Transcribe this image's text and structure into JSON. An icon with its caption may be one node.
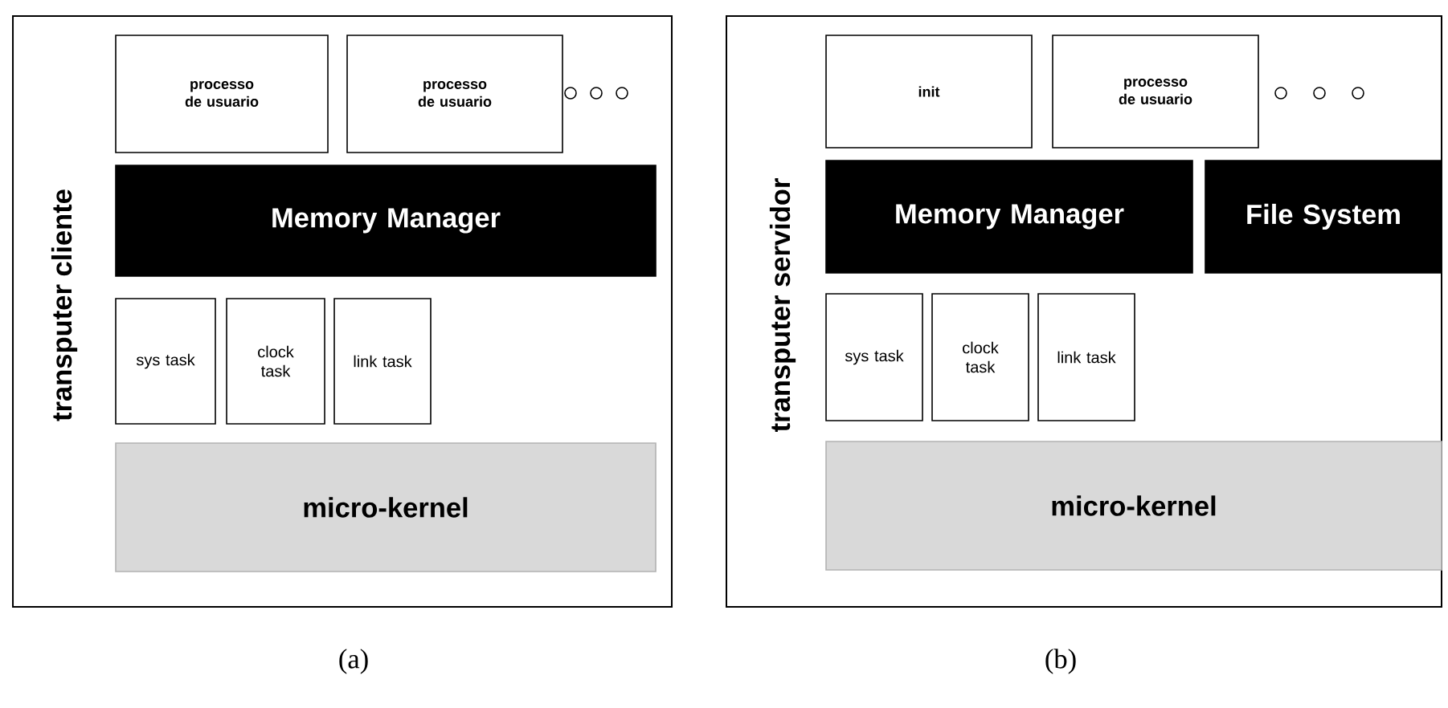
{
  "diagram": {
    "nodes": [
      {
        "text": [
          "transputer cliente"
        ],
        "beside": [
          "(a)"
        ]
      },
      {
        "text": [
          "processo de usuario"
        ],
        "in": 0
      },
      {
        "text": [
          "processo de usuario"
        ],
        "in": 0
      },
      {
        "text": [
          "Memory Manager"
        ],
        "in": 0
      },
      {
        "text": [
          "sys task"
        ],
        "in": 0
      },
      {
        "text": [
          "clock task"
        ],
        "in": 0
      },
      {
        "text": [
          "link task"
        ],
        "in": 0
      },
      {
        "text": [
          "micro-kernel"
        ],
        "in": 0
      },
      {
        "text": [
          "transputer servidor"
        ],
        "beside": [
          "(b)"
        ]
      },
      {
        "text": [
          "init"
        ],
        "in": 8
      },
      {
        "text": [
          "processo de usuario"
        ],
        "in": 8
      },
      {
        "text": [
          "Memory Manager"
        ],
        "in": 8
      },
      {
        "text": [
          "File System"
        ],
        "in": 8
      },
      {
        "text": [
          "sys task"
        ],
        "in": 8
      },
      {
        "text": [
          "clock task"
        ],
        "in": 8
      },
      {
        "text": [
          "link task"
        ],
        "in": 8
      },
      {
        "text": [
          "micro-kernel"
        ],
        "in": 8
      }
    ]
  }
}
